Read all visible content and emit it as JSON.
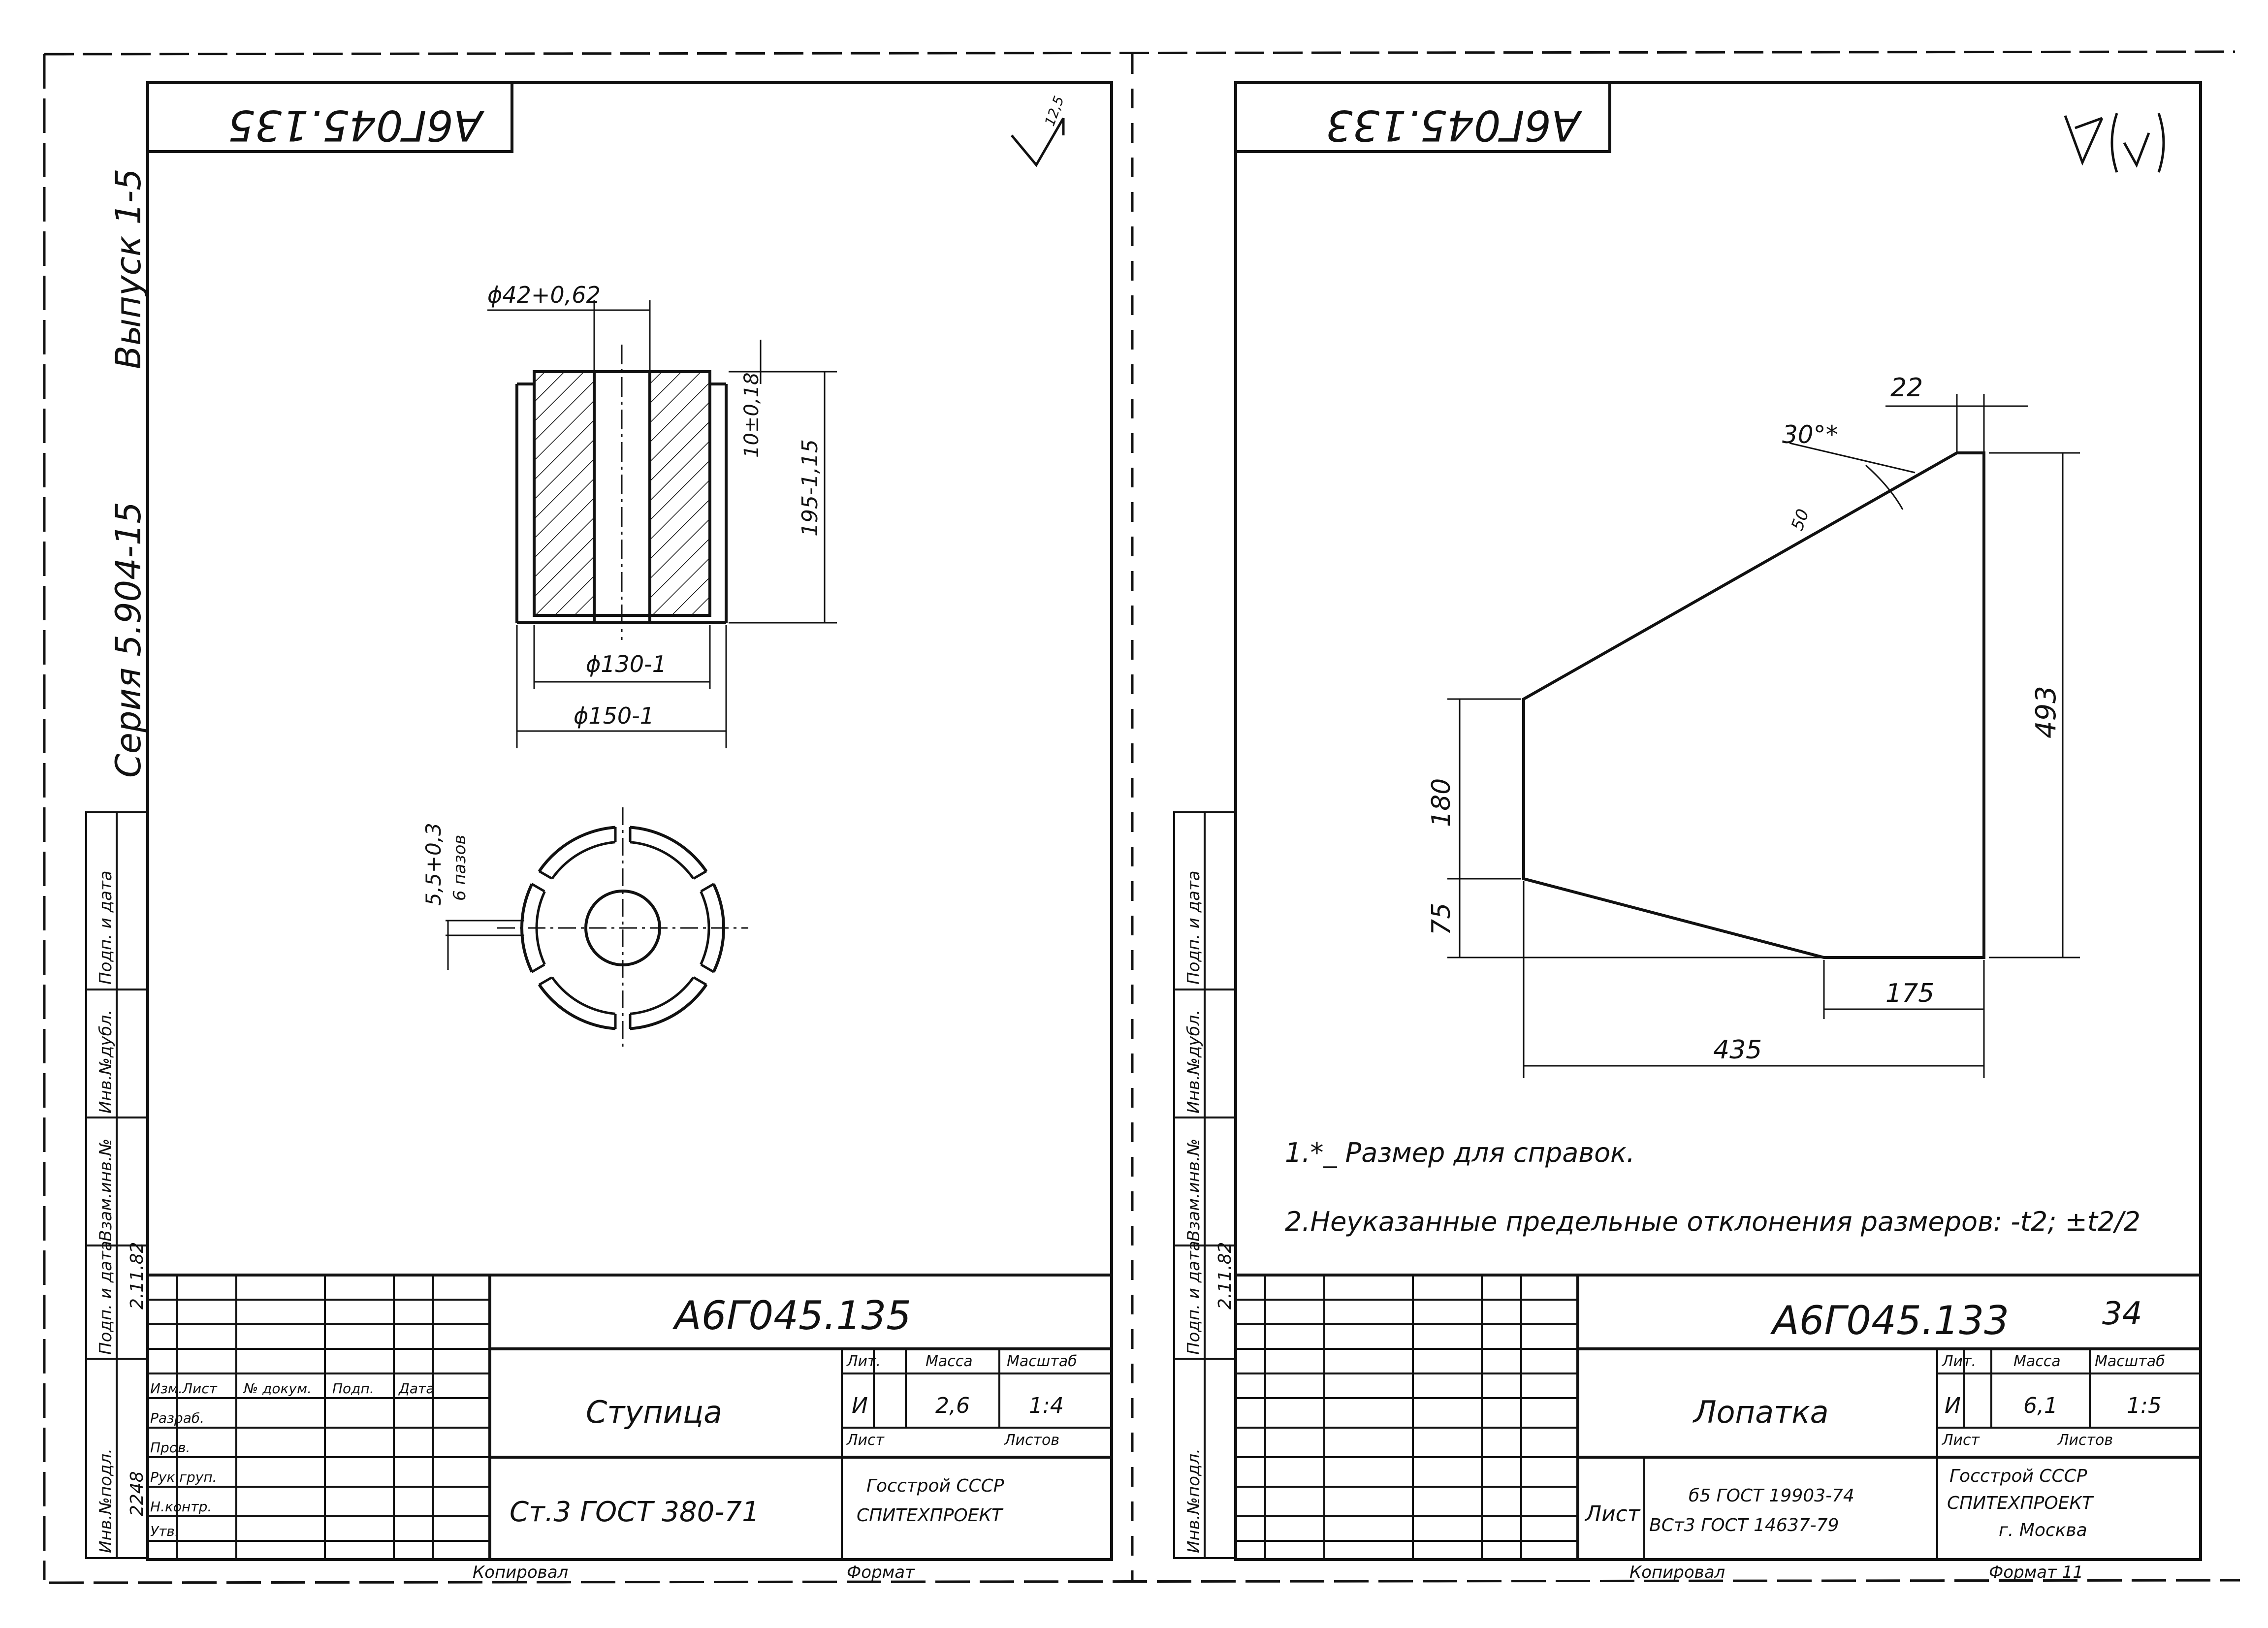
{
  "series_text": "Серия 5.904-15",
  "issue_text": "Выпуск 1-5",
  "side_stamp": {
    "row1": "Инв.№подл.",
    "row2": "Подп. и дата",
    "row3": "Взам.инв.№",
    "row4": "Инв.№дубл.",
    "row5": "Подп. и дата",
    "date": "2.11.82",
    "inv_no": "2248"
  },
  "left_sheet": {
    "top_code": "А6Г045.135",
    "roughness": "12,5",
    "dims": {
      "bore": "ϕ42+0,62",
      "groove": "10±0,18",
      "height": "195-1,15",
      "d130": "ϕ130-1",
      "d150": "ϕ150-1",
      "slot": "5,5+0,3",
      "slot_count": "6 пазов"
    },
    "title_block": {
      "code": "А6Г045.135",
      "name": "Ступица",
      "material": "Ст.3 ГОСТ 380-71",
      "hdr_izm": "Изм.",
      "hdr_list": "Лист",
      "hdr_doc": "№ докум.",
      "hdr_podp": "Подп.",
      "hdr_data": "Дата",
      "r_razrab": "Разраб.",
      "r_prov": "Пров.",
      "r_rukgr": "Рук.груп.",
      "r_nkontr": "Н.контр.",
      "r_utv": "Утв.",
      "lit_label": "Лит.",
      "mass_label": "Масса",
      "scale_label": "Масштаб",
      "lit_value": "И",
      "mass_value": "2,6",
      "scale_value": "1:4",
      "sheet_label": "Лист",
      "sheets_label": "Листов",
      "org1": "Госстрой СССР",
      "org2": "СПИТЕХПРОЕКТ",
      "copied": "Копировал",
      "format": "Формат"
    }
  },
  "right_sheet": {
    "top_code": "А6Г045.133",
    "dims": {
      "d22": "22",
      "angle": "30°*",
      "r50": "50",
      "h493": "493",
      "h180": "180",
      "h75": "75",
      "w175": "175",
      "w435": "435"
    },
    "note1": "1.*_ Размер для справок.",
    "note2": "2.Неуказанные предельные отклонения размеров: -t2; ±t2/2",
    "page_no": "34",
    "title_block": {
      "code": "А6Г045.133",
      "name": "Лопатка",
      "list_label": "Лист",
      "material_1": "б5 ГОСТ 19903-74",
      "material_2": "ВСт3 ГОСТ 14637-79",
      "lit_label": "Лит.",
      "mass_label": "Масса",
      "scale_label": "Масштаб",
      "lit_value": "И",
      "mass_value": "6,1",
      "scale_value": "1:5",
      "sheet_label": "Лист",
      "sheets_label": "Листов",
      "org1": "Госстрой СССР",
      "org2": "СПИТЕХПРОЕКТ",
      "org3": "г. Москва",
      "copied": "Копировал",
      "format": "Формат 11"
    }
  }
}
